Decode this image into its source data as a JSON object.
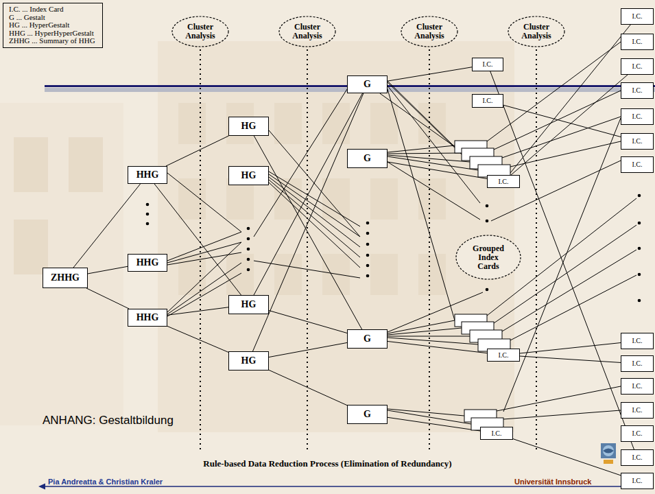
{
  "diagram": {
    "caption": "Rule-based Data Reduction Process (Elimination of Redundancy)",
    "nodes": [
      {
        "text": [
          "Cluster Analysis"
        ]
      },
      {
        "text": [
          "Cluster Analysis"
        ]
      },
      {
        "text": [
          "Cluster Analysis"
        ]
      },
      {
        "text": [
          "Cluster Analysis"
        ]
      },
      {
        "text": [
          "ZHHG"
        ]
      },
      {
        "text": [
          "HHG"
        ]
      },
      {
        "text": [
          "HHG"
        ]
      },
      {
        "text": [
          "HHG"
        ]
      },
      {
        "text": [
          "HG"
        ]
      },
      {
        "text": [
          "HG"
        ]
      },
      {
        "text": [
          "HG"
        ]
      },
      {
        "text": [
          "HG"
        ]
      },
      {
        "text": [
          "G"
        ]
      },
      {
        "text": [
          "G"
        ]
      },
      {
        "text": [
          "G"
        ]
      },
      {
        "text": [
          "G"
        ]
      },
      {
        "text": [
          "I.C."
        ]
      },
      {
        "text": [
          "I.C."
        ]
      },
      {
        "text": [
          "I.C."
        ]
      },
      {
        "text": [
          "I.C."
        ]
      },
      {
        "text": [
          "I.C."
        ]
      },
      {
        "text": [
          "Grouped Index Cards"
        ]
      },
      {
        "text": [
          "I.C."
        ]
      },
      {
        "text": [
          "I.C."
        ]
      },
      {
        "text": [
          "I.C."
        ]
      },
      {
        "text": [
          "I.C."
        ]
      },
      {
        "text": [
          "I.C."
        ]
      },
      {
        "text": [
          "I.C."
        ]
      },
      {
        "text": [
          "I.C."
        ]
      },
      {
        "text": [
          "I.C."
        ]
      },
      {
        "text": [
          "I.C."
        ]
      },
      {
        "text": [
          "I.C."
        ]
      },
      {
        "text": [
          "I.C."
        ]
      },
      {
        "text": [
          "I.C."
        ]
      },
      {
        "text": [
          "I.C."
        ]
      },
      {
        "text": [
          "I.C."
        ]
      }
    ],
    "edges": [
      {
        "from": 4,
        "to": 5,
        "arrow": "none"
      },
      {
        "from": 4,
        "to": 6,
        "arrow": "none"
      },
      {
        "from": 4,
        "to": 7,
        "arrow": "none"
      },
      {
        "from": 5,
        "to": 8,
        "arrow": "none"
      },
      {
        "from": 5,
        "to": 10,
        "arrow": "none"
      },
      {
        "from": 7,
        "to": 10,
        "arrow": "none"
      },
      {
        "from": 7,
        "to": 11,
        "arrow": "none"
      },
      {
        "from": 8,
        "to": 14,
        "arrow": "none"
      },
      {
        "from": 10,
        "to": 12,
        "arrow": "none"
      },
      {
        "from": 10,
        "to": 14,
        "arrow": "none"
      },
      {
        "from": 11,
        "to": 12,
        "arrow": "none"
      },
      {
        "from": 11,
        "to": 14,
        "arrow": "none"
      },
      {
        "from": 11,
        "to": 15,
        "arrow": "none"
      },
      {
        "from": 12,
        "to": 16,
        "arrow": "none"
      },
      {
        "from": 12,
        "to": 18,
        "arrow": "none"
      },
      {
        "from": 13,
        "to": 18,
        "arrow": "none"
      },
      {
        "from": 14,
        "to": 19,
        "arrow": "none"
      },
      {
        "from": 15,
        "to": 20,
        "arrow": "none"
      },
      {
        "from": 16,
        "to": 34,
        "arrow": "none"
      },
      {
        "from": 17,
        "to": 27,
        "arrow": "none"
      },
      {
        "from": 18,
        "to": 22,
        "arrow": "none"
      },
      {
        "from": 18,
        "to": 24,
        "arrow": "none"
      },
      {
        "from": 19,
        "to": 29,
        "arrow": "none"
      },
      {
        "from": 19,
        "to": 30,
        "arrow": "none"
      },
      {
        "from": 20,
        "to": 35,
        "arrow": "none"
      }
    ],
    "labels": [
      "ANHANG: Gestaltbildung",
      "Pia Andreatta & Christian Kraler",
      "Universität Innsbruck"
    ],
    "legend": [
      {
        "text": "I.C. ... Index Card"
      },
      {
        "text": "G ... Gestalt"
      },
      {
        "text": "HG ... HyperGestalt"
      },
      {
        "text": "HHG ... HyperHyperGestalt"
      },
      {
        "text": "ZHHG ... Summary of HHG"
      }
    ]
  }
}
